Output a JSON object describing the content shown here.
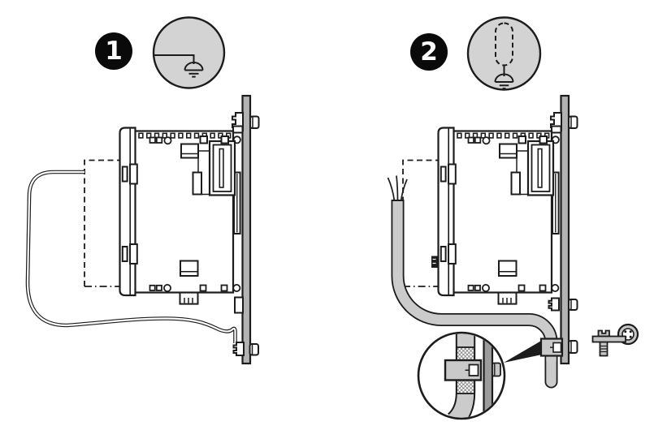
{
  "page": {
    "background": "#ffffff",
    "line_color": "#1c1c1c"
  },
  "colors": {
    "badge_bg": "#0a0a0a",
    "badge_text": "#ffffff",
    "symbol_circle_fill": "#d3d3d3",
    "panel_fill": "#b3b3b3",
    "cable_fill": "#cbcbcb",
    "detail_panel_fill": "#9c9c9c",
    "clamp_fill": "#c9c9c9",
    "hardware_fill": "#c6c6c6"
  },
  "steps": [
    {
      "label": "1",
      "symbol_icon": "earth-ground-symbol-icon"
    },
    {
      "label": "2",
      "symbol_icon": "shield-braid-to-earth-ground-symbol-icon"
    }
  ],
  "icons": {
    "step1_symbol": "earth-ground-icon",
    "step2_symbol": "cable-shield-ground-icon",
    "magnifier": "detail-zoom-circle",
    "hardware": "ground-clamp-and-screw-icon"
  }
}
